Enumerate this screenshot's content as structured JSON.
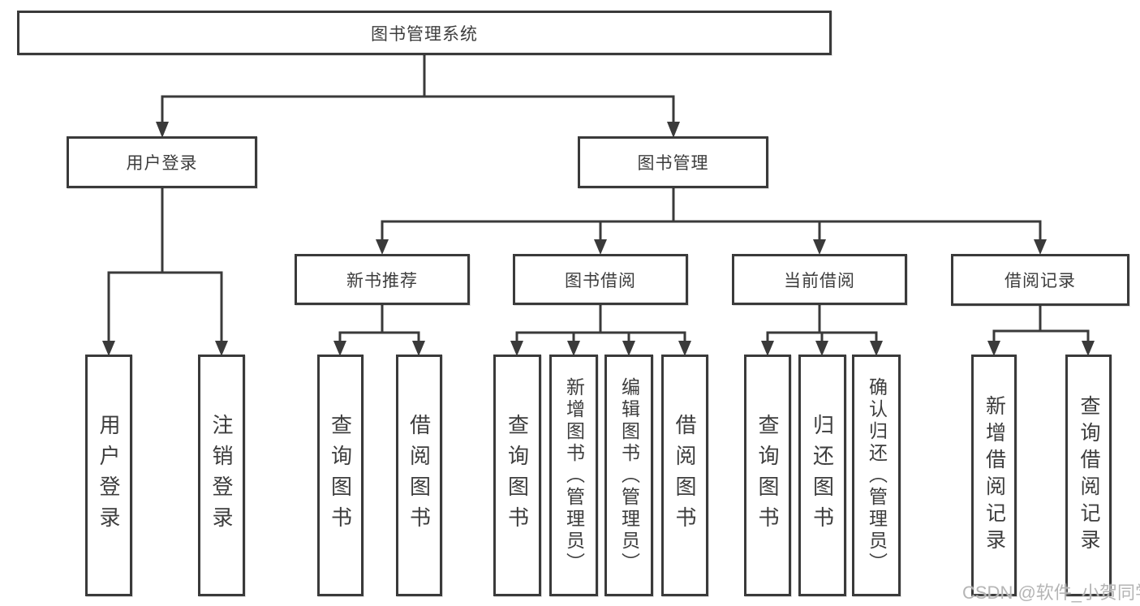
{
  "diagram": {
    "root": {
      "label": "图书管理系统"
    },
    "level2": {
      "user_login": {
        "label": "用户登录"
      },
      "book_mgmt": {
        "label": "图书管理"
      }
    },
    "level3": {
      "new_books": {
        "label": "新书推荐"
      },
      "book_borrow": {
        "label": "图书借阅"
      },
      "current_borrow": {
        "label": "当前借阅"
      },
      "borrow_record": {
        "label": "借阅记录"
      }
    },
    "leaves": {
      "user_login": [
        "用户登录",
        "注销登录"
      ],
      "new_books": [
        "查询图书",
        "借阅图书"
      ],
      "book_borrow": [
        "查询图书",
        "新增图书（管理员）",
        "编辑图书（管理员）",
        "借阅图书"
      ],
      "current_borrow": [
        "查询图书",
        "归还图书",
        "确认归还（管理员）"
      ],
      "borrow_record": [
        "新增借阅记录",
        "查询借阅记录"
      ]
    }
  },
  "watermark": "CSDN @软件_小贺同学",
  "colors": {
    "line": "#3a3a3a",
    "box_border": "#3a3a3a",
    "text": "#3d3d3d",
    "background": "#ffffff",
    "watermark": "#b5b5b5"
  }
}
